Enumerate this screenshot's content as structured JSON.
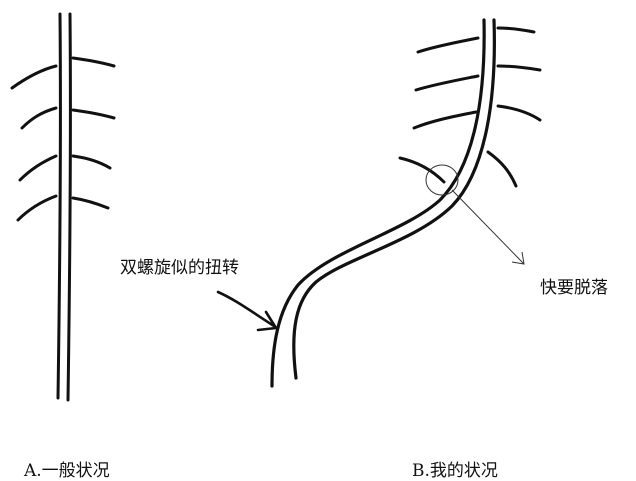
{
  "annotations": {
    "twist_label": "双螺旋似的扭转",
    "detach_label": "快要脱落"
  },
  "captions": {
    "a": "A.一般状况",
    "b": "B.我的状况"
  },
  "colors": {
    "ink": "#111111",
    "background": "#ffffff"
  }
}
